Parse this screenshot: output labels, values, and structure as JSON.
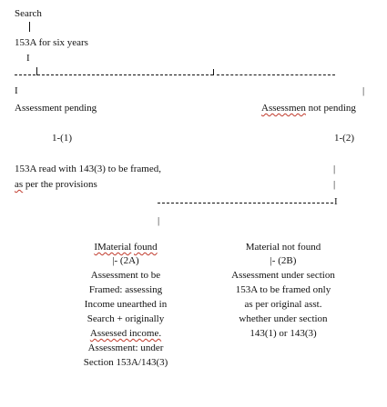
{
  "top": {
    "search": "Search",
    "sec_153a": "153A for six years",
    "i_mark": "I"
  },
  "branches": {
    "left": {
      "i_mark": "I",
      "title": "Assessment pending",
      "code": "1-(1)"
    },
    "right": {
      "i_mark": "|",
      "title_part1": "Assessmen",
      "title_part2": " not pending",
      "code": "1-(2)"
    }
  },
  "middle": {
    "line1": "153A read with 143(3) to be framed,",
    "line2_part1": "as",
    "line2_part2": " per the provisions",
    "pipe": "|",
    "row_end_mark": "I"
  },
  "bottom": {
    "pipe": "|",
    "left": {
      "title_part1": "IMaterial",
      "title_part2": " ",
      "title_part3": "found",
      "code": "|- (2A)",
      "line1": "Assessment to be",
      "line2": "Framed: assessing",
      "line3": "Income unearthed in",
      "line4": "Search + originally",
      "line5": "Assessed income.",
      "line6": "Assessment: under",
      "line7": "Section 153A/143(3)"
    },
    "right": {
      "title": "Material not found",
      "code": "|- (2B)",
      "line1": "Assessment under section",
      "line2": "153A to be framed only",
      "line3": "as per original asst.",
      "line4": "whether under section",
      "line5": "143(1) or 143(3)"
    }
  }
}
